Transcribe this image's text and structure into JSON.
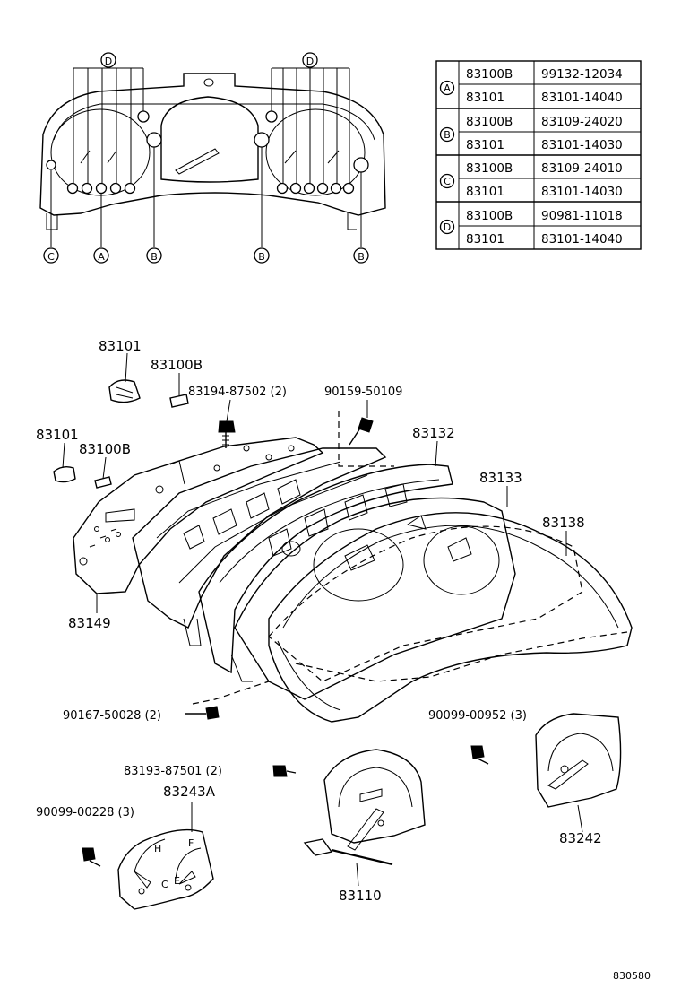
{
  "table": {
    "rows": [
      {
        "group": "A",
        "part": "83100B",
        "number": "99132-12034"
      },
      {
        "group": "",
        "part": "83101",
        "number": "83101-14040"
      },
      {
        "group": "B",
        "part": "83100B",
        "number": "83109-24020"
      },
      {
        "group": "",
        "part": "83101",
        "number": "83101-14030"
      },
      {
        "group": "C",
        "part": "83100B",
        "number": "83109-24010"
      },
      {
        "group": "",
        "part": "83101",
        "number": "83101-14030"
      },
      {
        "group": "D",
        "part": "83100B",
        "number": "90981-11018"
      },
      {
        "group": "",
        "part": "83101",
        "number": "83101-14040"
      }
    ]
  },
  "overview": {
    "marker_d_left": "D",
    "marker_d_right": "D",
    "marker_c": "C",
    "marker_a": "A",
    "marker_b1": "B",
    "marker_b2": "B",
    "marker_b3": "B"
  },
  "parts": {
    "p83101_top": "83101",
    "p83100b_top": "83100B",
    "p83194": "83194-87502 (2)",
    "p90159": "90159-50109",
    "p83101_left": "83101",
    "p83100b_left": "83100B",
    "p83132": "83132",
    "p83133": "83133",
    "p83138": "83138",
    "p83149": "83149",
    "p90167": "90167-50028 (2)",
    "p90099_952": "90099-00952 (3)",
    "p83193": "83193-87501 (2)",
    "p83243a": "83243A",
    "p90099_228": "90099-00228 (3)",
    "p83242": "83242",
    "p83110": "83110"
  },
  "gauge": {
    "fuel_h": "H",
    "fuel_f": "F",
    "fuel_c": "C",
    "fuel_e": "E"
  },
  "footer": {
    "code": "830580"
  }
}
